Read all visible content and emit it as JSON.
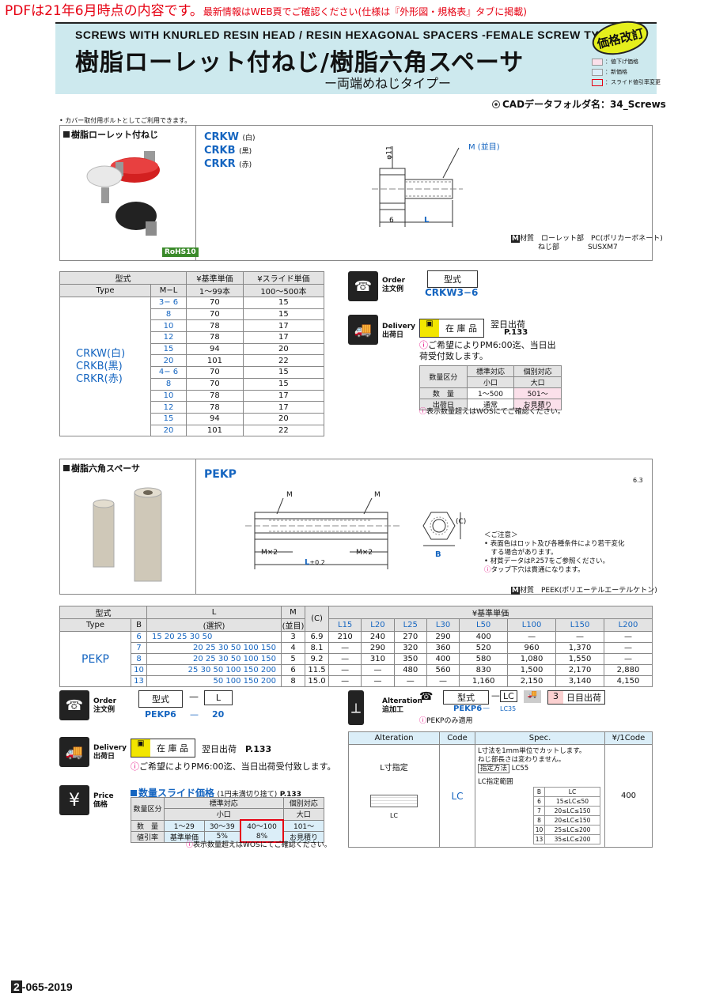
{
  "notice": {
    "main": "PDFは21年6月時点の内容です。",
    "sub": "最新情報はWEB頁でご確認ください(仕様は『外形図・規格表』タブに掲載)"
  },
  "header": {
    "en": "SCREWS WITH KNURLED RESIN HEAD / RESIN HEXAGONAL SPACERS -FEMALE SCREW TYPE-",
    "ja": "樹脂ローレット付ねじ/樹脂六角スペーサ",
    "sub": "ー両端めねじタイプー",
    "badge": "価格改訂",
    "legend": [
      "：値下げ価格",
      "：新価格",
      "：スライド値引率変更"
    ]
  },
  "cad": "CADデータフォルダ名：34_Screws",
  "note_top": "• カバー取付用ボルトとしてご利用できます。",
  "sec1": {
    "title": "樹脂ローレット付ねじ",
    "types": [
      {
        "code": "CRKW",
        "color": "(白)"
      },
      {
        "code": "CRKB",
        "color": "(黒)"
      },
      {
        "code": "CRKR",
        "color": "(赤)"
      }
    ],
    "rohs": "RoHS10",
    "dim_m": "M (並目)",
    "dim_d": "φ11",
    "dim_6": "6",
    "dim_l": "L",
    "material_label": "材質",
    "material": [
      [
        "ローレット部",
        "PC(ポリカーボネート)"
      ],
      [
        "ねじ部",
        "SUSXM7"
      ]
    ]
  },
  "table1": {
    "h1": [
      "型式",
      "¥基準単価",
      "¥スライド単価"
    ],
    "h2": [
      "Type",
      "M−L",
      "1〜99本",
      "100〜500本"
    ],
    "type_names": [
      "CRKW(白)",
      "CRKB(黒)",
      "CRKR(赤)"
    ],
    "rows": [
      [
        "3− 6",
        "70",
        "15"
      ],
      [
        "8",
        "70",
        "15"
      ],
      [
        "10",
        "78",
        "17"
      ],
      [
        "12",
        "78",
        "17"
      ],
      [
        "15",
        "94",
        "20"
      ],
      [
        "20",
        "101",
        "22"
      ],
      [
        "4− 6",
        "70",
        "15"
      ],
      [
        "8",
        "70",
        "15"
      ],
      [
        "10",
        "78",
        "17"
      ],
      [
        "12",
        "78",
        "17"
      ],
      [
        "15",
        "94",
        "20"
      ],
      [
        "20",
        "101",
        "22"
      ]
    ]
  },
  "order1": {
    "label": "Order",
    "label_ja": "注文例",
    "head": "型式",
    "value": "CRKW3−6"
  },
  "delivery1": {
    "label": "Delivery",
    "label_ja": "出荷日",
    "stock": "在 庫 品",
    "ship": "翌日出荷",
    "page": "P.133",
    "note": "ご希望によりPM6:00迄、当日出荷受付致します。",
    "tbl": {
      "h": [
        "数量区分",
        "標準対応",
        "個別対応"
      ],
      "h2": [
        "小口",
        "大口"
      ],
      "rows": [
        [
          "数　量",
          "1〜500",
          "501〜"
        ],
        [
          "出荷日",
          "通常",
          "お見積り"
        ]
      ]
    },
    "foot": "表示数量超えはWOSにてご確認ください。"
  },
  "sec2": {
    "title": "樹脂六角スペーサ",
    "code": "PEKP",
    "rough": "6.3",
    "m": "M",
    "mx2": "M×2",
    "l": "L",
    "tol": "±0.2",
    "c": "(C)",
    "b": "B",
    "notes": [
      "＜ご注意＞",
      "• 表面色はロット及び各種条件により若干変化",
      "　する場合があります。",
      "• 材質データはP.257をご参照ください。",
      "タップ下穴は貫通になります。"
    ],
    "material_label": "材質",
    "material": "PEEK(ポリエーテルエーテルケトン)"
  },
  "table2": {
    "h1": [
      "型式",
      "L",
      "M",
      "(C)",
      "¥基準単価"
    ],
    "h2": [
      "Type",
      "B",
      "(選択)",
      "(並目)",
      "L15",
      "L20",
      "L25",
      "L30",
      "L50",
      "L100",
      "L150",
      "L200"
    ],
    "type": "PEKP",
    "rows": [
      [
        "6",
        "15 20 25 30 50",
        "3",
        "6.9",
        "210",
        "240",
        "270",
        "290",
        "400",
        "—",
        "—",
        "—"
      ],
      [
        "7",
        "20 25 30 50 100 150",
        "4",
        "8.1",
        "—",
        "290",
        "320",
        "360",
        "520",
        "960",
        "1,370",
        "—"
      ],
      [
        "8",
        "20 25 30 50 100 150",
        "5",
        "9.2",
        "—",
        "310",
        "350",
        "400",
        "580",
        "1,080",
        "1,550",
        "—"
      ],
      [
        "10",
        "25 30 50 100 150 200",
        "6",
        "11.5",
        "—",
        "—",
        "480",
        "560",
        "830",
        "1,500",
        "2,170",
        "2,880"
      ],
      [
        "13",
        "50 100 150 200",
        "8",
        "15.0",
        "—",
        "—",
        "—",
        "—",
        "1,160",
        "2,150",
        "3,140",
        "4,150"
      ]
    ]
  },
  "order2": {
    "label": "Order",
    "label_ja": "注文例",
    "head": [
      "型式",
      "L"
    ],
    "value": [
      "PEKP6",
      "20"
    ]
  },
  "alteration": {
    "label": "Alteration",
    "label_ja": "追加工",
    "head": "型式",
    "lc": "LC",
    "example": [
      "PEKP6",
      "LC35"
    ],
    "days": "3",
    "days_label": "日目出荷",
    "note": "PEKPのみ適用",
    "tbl": {
      "h": [
        "Alteration",
        "Code",
        "Spec.",
        "¥/1Code"
      ],
      "name": "L寸指定",
      "code": "LC",
      "spec": [
        "L寸法を1mm単位でカットします。",
        "ねじ部長さは変わりません。",
        "指定方法",
        "LC55",
        "LC指定範囲"
      ],
      "price": "400",
      "lc_label": "LC",
      "range": [
        [
          "B",
          "LC"
        ],
        [
          "6",
          "15≤LC≤50"
        ],
        [
          "7",
          "20≤LC≤150"
        ],
        [
          "8",
          "20≤LC≤150"
        ],
        [
          "10",
          "25≤LC≤200"
        ],
        [
          "13",
          "35≤LC≤200"
        ]
      ]
    }
  },
  "delivery2": {
    "label": "Delivery",
    "label_ja": "出荷日",
    "stock": "在 庫 品",
    "ship": "翌日出荷",
    "page": "P.133",
    "note": "ご希望によりPM6:00迄、当日出荷受付致します。"
  },
  "price": {
    "label": "Price",
    "label_ja": "価格",
    "title": "数量スライド価格",
    "round": "(1円未満切り捨て)",
    "page": "P.133",
    "tbl": {
      "h": [
        "数量区分",
        "標準対応",
        "個別対応"
      ],
      "h2": [
        "小口",
        "大口"
      ],
      "rows": [
        [
          "数　量",
          "1〜29",
          "30〜39",
          "40〜100",
          "101〜"
        ],
        [
          "値引率",
          "基準単価",
          "5%",
          "8%",
          "お見積り"
        ]
      ]
    },
    "foot": "表示数量超えはWOSにてご確認ください。"
  },
  "footer": {
    "page": "2",
    "num": "-065-2019"
  }
}
